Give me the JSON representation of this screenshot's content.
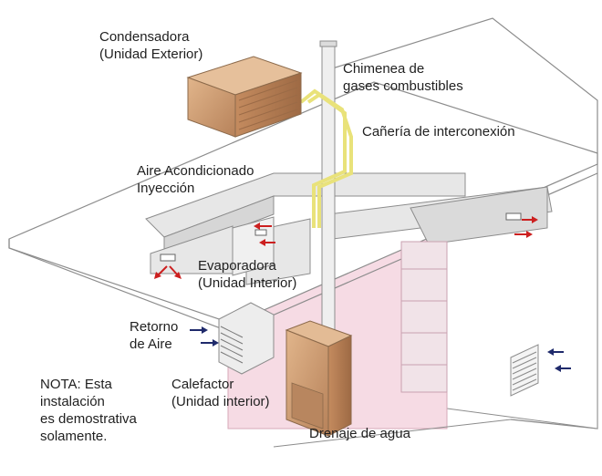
{
  "labels": {
    "condensadora": {
      "line1": "Condensadora",
      "line2": "(Unidad Exterior)"
    },
    "chimenea": {
      "line1": "Chimenea de",
      "line2": "gases combustibles"
    },
    "caneria": "Cañería de interconexión",
    "aire_acondicionado": {
      "line1": "Aire Acondicionado",
      "line2": "Inyección"
    },
    "evaporadora": {
      "line1": "Evaporadora",
      "line2": "(Unidad Interior)"
    },
    "retorno": {
      "line1": "Retorno",
      "line2": "de Aire"
    },
    "calefactor": {
      "line1": "Calefactor",
      "line2": "(Unidad interior)"
    },
    "drenaje": "Drenaje de agua",
    "nota": {
      "line1": "NOTA: Esta",
      "line2": "instalación",
      "line3": "es demostrativa",
      "line4": "solamente."
    }
  },
  "colors": {
    "outline": "#8c8c8c",
    "wall_pink": "#f6dbe4",
    "duct": "#e7e7e7",
    "unit_brown": "#c99a6c",
    "pipe_yellow": "#e9e27a",
    "supply_arrow": "#cc1f1f",
    "return_arrow": "#1f2a6b"
  }
}
